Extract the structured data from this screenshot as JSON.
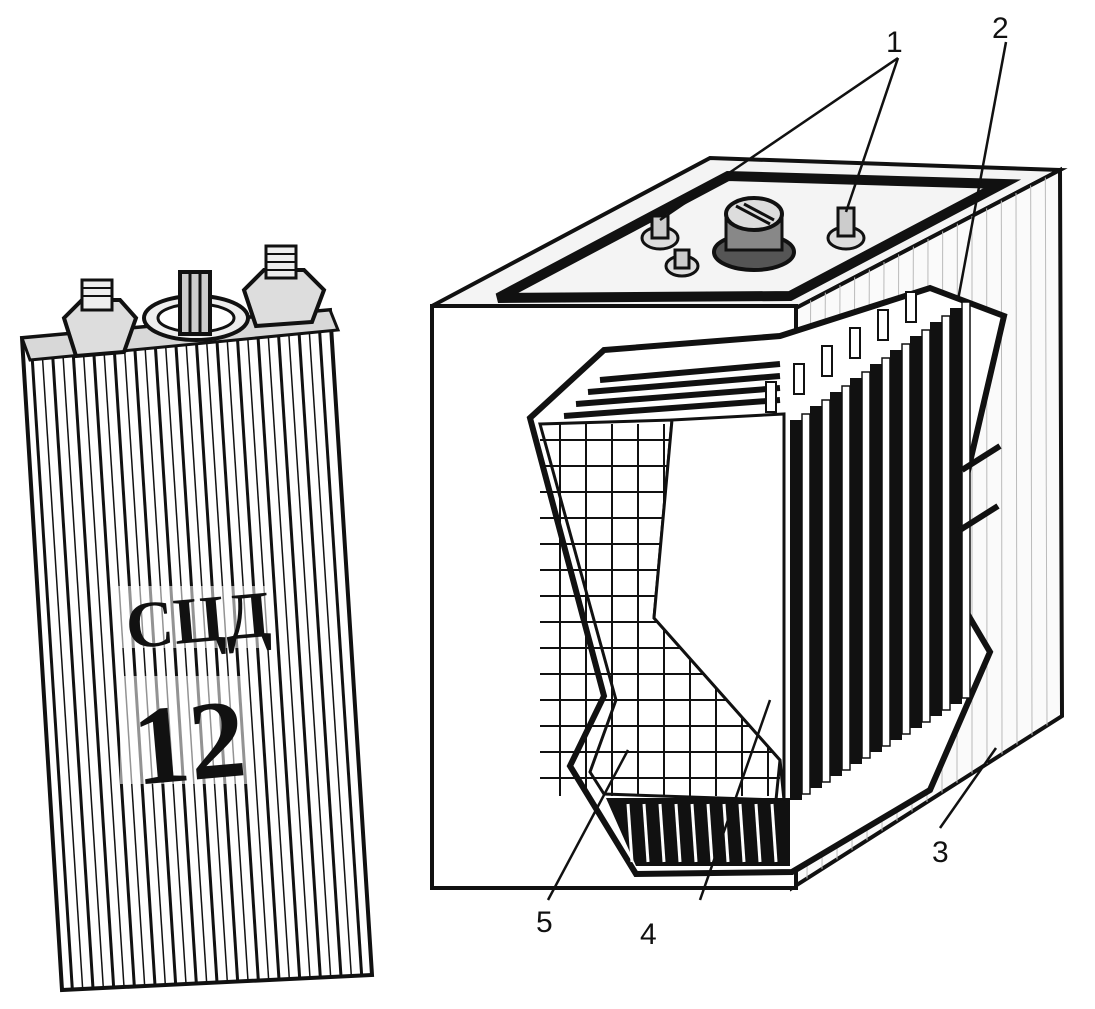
{
  "left_battery": {
    "label_top": "СЦД",
    "label_bottom": "12"
  },
  "callouts": [
    {
      "id": "1",
      "text": "1"
    },
    {
      "id": "2",
      "text": "2"
    },
    {
      "id": "3",
      "text": "3"
    },
    {
      "id": "4",
      "text": "4"
    },
    {
      "id": "5",
      "text": "5"
    }
  ],
  "colors": {
    "ink": "#111111",
    "paper": "#ffffff",
    "shade": "#555555"
  }
}
